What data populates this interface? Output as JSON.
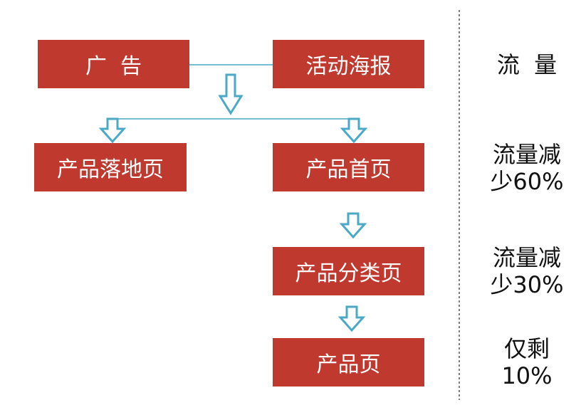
{
  "colors": {
    "box_fill": "#c0392f",
    "box_text": "#ffffff",
    "arrow": "#4aa9c6",
    "connector_line": "#4aa9c6",
    "divider": "#555555",
    "side_text": "#111111"
  },
  "boxes": {
    "ad": "广  告",
    "event_poster": "活动海报",
    "landing_page": "产品落地页",
    "home_page": "产品首页",
    "category_page": "产品分类页",
    "product_page": "产品页"
  },
  "side_notes": {
    "traffic": "流  量",
    "reduce_60_line1": "流量减",
    "reduce_60_line2": "少60%",
    "reduce_30_line1": "流量减",
    "reduce_30_line2": "少30%",
    "remaining_line1": "仅剩",
    "remaining_line2": "10%"
  },
  "icons": [
    "down-arrow-icon"
  ]
}
